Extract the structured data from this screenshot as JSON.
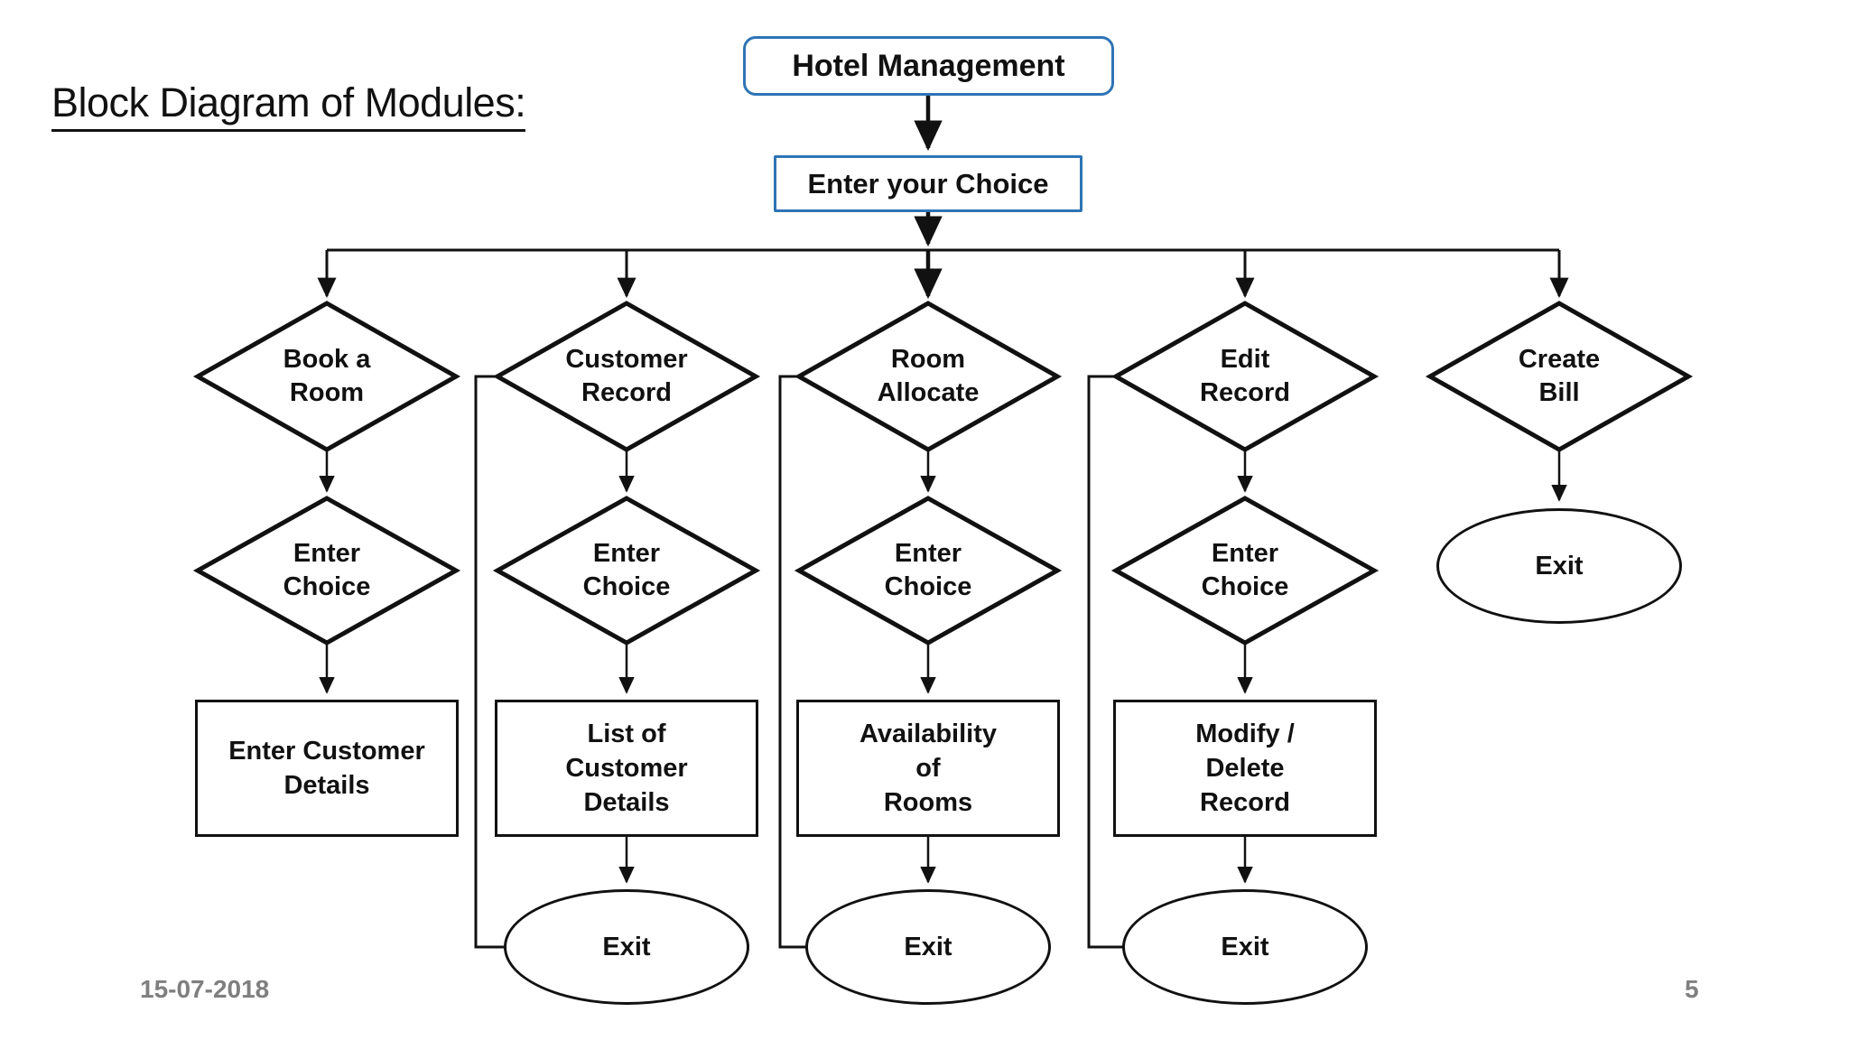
{
  "slide": {
    "title": "Block Diagram of Modules:",
    "footer": {
      "date": "15-07-2018",
      "page_number": "5"
    }
  },
  "flow": {
    "root_label": "Hotel Management",
    "prompt_label": "Enter your Choice",
    "columns": [
      {
        "name": "book-a-room",
        "decision_label": "Book a\nRoom",
        "choice_label": "Enter\nChoice",
        "process_label": "Enter Customer\nDetails"
      },
      {
        "name": "customer-record",
        "decision_label": "Customer\nRecord",
        "choice_label": "Enter\nChoice",
        "process_label": "List of\nCustomer\nDetails",
        "exit_label": "Exit"
      },
      {
        "name": "room-allocate",
        "decision_label": "Room\nAllocate",
        "choice_label": "Enter\nChoice",
        "process_label": "Availability\nof\nRooms",
        "exit_label": "Exit"
      },
      {
        "name": "edit-record",
        "decision_label": "Edit\nRecord",
        "choice_label": "Enter\nChoice",
        "process_label": "Modify /\nDelete\nRecord",
        "exit_label": "Exit"
      },
      {
        "name": "create-bill",
        "decision_label": "Create\nBill",
        "exit_label": "Exit"
      }
    ]
  },
  "colors": {
    "accent_blue": "#2E74B5",
    "line_black": "#111111",
    "footer_gray": "#7F7F7F"
  }
}
